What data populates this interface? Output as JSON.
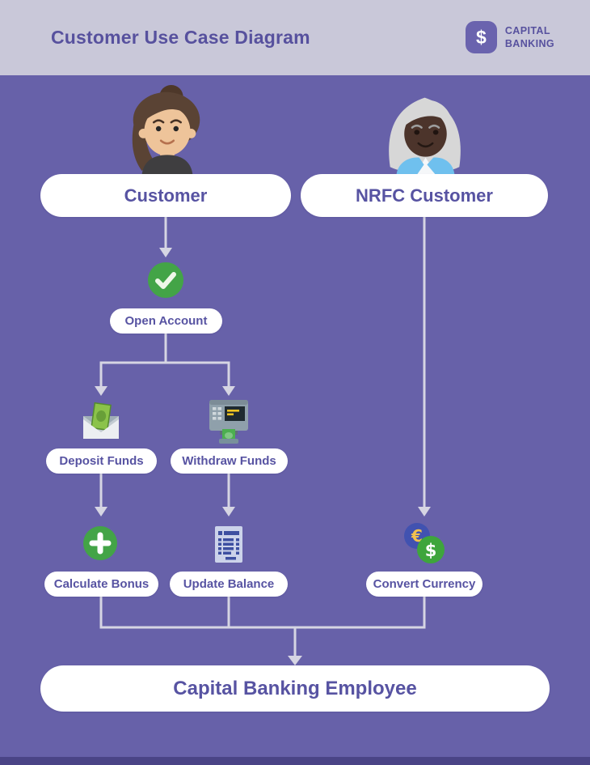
{
  "header": {
    "title": "Customer Use Case Diagram",
    "logo": {
      "symbol": "$",
      "line1": "CAPITAL",
      "line2": "BANKING"
    }
  },
  "actors": [
    {
      "id": "customer",
      "label": "Customer",
      "avatar": "woman-brown-hair-avatar"
    },
    {
      "id": "nrfc-customer",
      "label": "NRFC Customer",
      "avatar": "woman-gray-hair-avatar"
    }
  ],
  "use_cases": [
    {
      "id": "open-account",
      "label": "Open Account",
      "icon": "check-circle-icon"
    },
    {
      "id": "deposit-funds",
      "label": "Deposit Funds",
      "icon": "envelope-money-icon"
    },
    {
      "id": "withdraw-funds",
      "label": "Withdraw Funds",
      "icon": "atm-machine-icon"
    },
    {
      "id": "calculate-bonus",
      "label": "Calculate Bonus",
      "icon": "plus-circle-icon"
    },
    {
      "id": "update-balance",
      "label": "Update Balance",
      "icon": "statement-document-icon"
    },
    {
      "id": "convert-currency",
      "label": "Convert Currency",
      "icon": "currency-exchange-icon"
    }
  ],
  "employee": {
    "label": "Capital Banking Employee"
  },
  "currency_symbols": {
    "euro": "€",
    "dollar": "$"
  },
  "colors": {
    "body_background": "#6761a9",
    "header_background": "#c9c8d9",
    "accent_purple": "#57519e",
    "logo_tile": "#6a63ae",
    "pill_background": "#ffffff",
    "connector_line": "#d6d5e3",
    "green": "#43a447",
    "currency_blue": "#4152b0",
    "currency_gold": "#f2c14e",
    "footer_bar": "#4a4486"
  }
}
